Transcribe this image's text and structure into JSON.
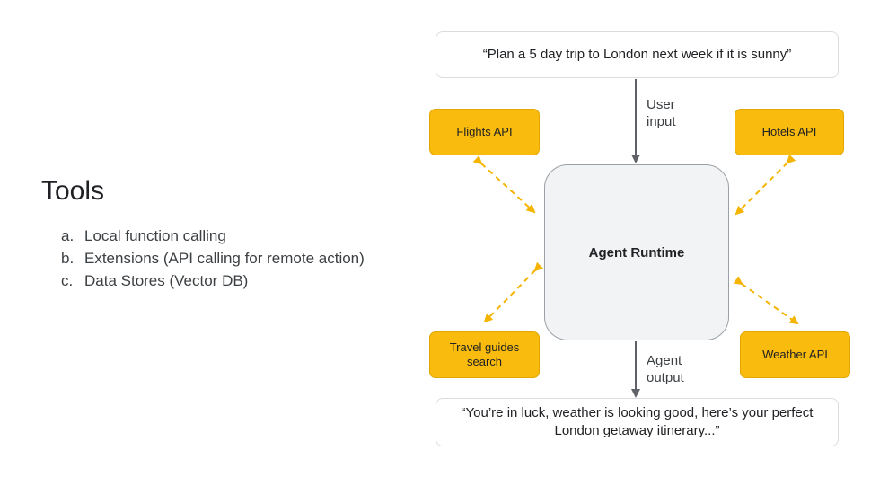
{
  "slide": {
    "title": "Tools",
    "items": [
      {
        "letter": "a.",
        "text": "Local function calling"
      },
      {
        "letter": "b.",
        "text": "Extensions (API calling for remote action)"
      },
      {
        "letter": "c.",
        "text": "Data Stores (Vector DB)"
      }
    ]
  },
  "diagram": {
    "user_prompt": "“Plan a 5 day trip to London next week if it is sunny”",
    "user_input_label": {
      "line1": "User",
      "line2": "input"
    },
    "agent_runtime": "Agent Runtime",
    "agent_output_label": {
      "line1": "Agent",
      "line2": "output"
    },
    "agent_response": {
      "line1": "“You’re in luck, weather is looking good, here’s your perfect",
      "line2": "London getaway itinerary...”"
    },
    "tools": {
      "flights": "Flights API",
      "hotels": "Hotels API",
      "travel_guides": {
        "line1": "Travel guides",
        "line2": "search"
      },
      "weather": "Weather API"
    },
    "colors": {
      "tool_fill": "#f9bb0d",
      "runtime_fill": "#f1f3f4",
      "dashed_arrow": "#f4b400",
      "flow_arrow": "#5f6368"
    }
  }
}
